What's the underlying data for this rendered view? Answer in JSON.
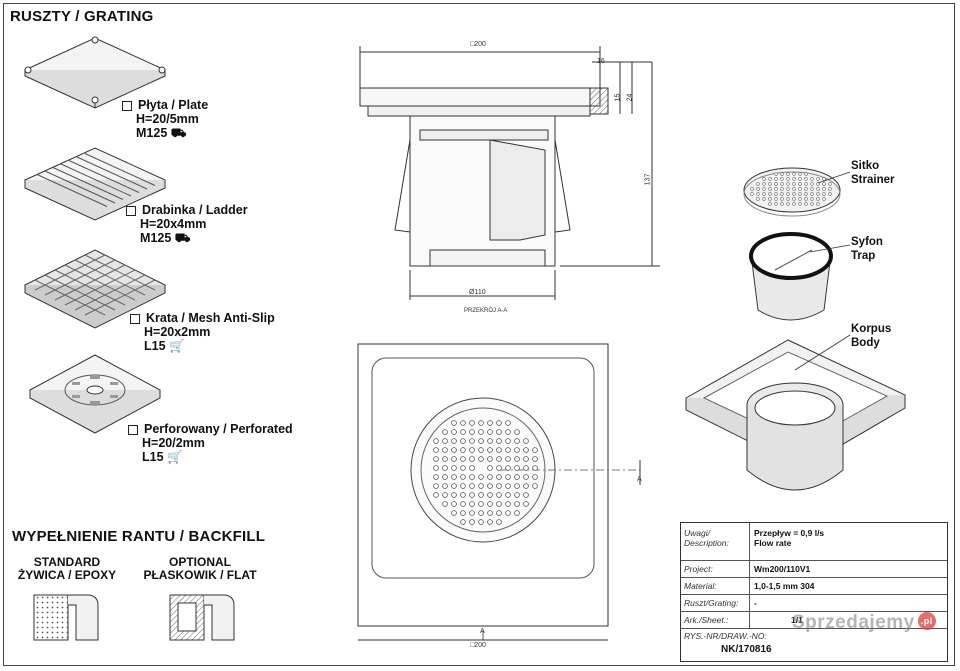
{
  "gratings_section": {
    "title": "RUSZTY / GRATING",
    "items": [
      {
        "name": "Płyta / Plate",
        "height": "H=20/5mm",
        "load_class": "M125"
      },
      {
        "name": "Drabinka / Ladder",
        "height": "H=20x4mm",
        "load_class": "M125"
      },
      {
        "name": "Krata / Mesh Anti-Slip",
        "height": "H=20x2mm",
        "load_class": "L15"
      },
      {
        "name": "Perforowany / Perforated",
        "height": "H=20/2mm",
        "load_class": "L15"
      }
    ]
  },
  "backfill_section": {
    "title": "WYPEŁNIENIE RANTU / BACKFILL",
    "standard": {
      "line1": "STANDARD",
      "line2": "ŻYWICA / EPOXY"
    },
    "optional": {
      "line1": "OPTIONAL",
      "line2": "PŁASKOWIK / FLAT"
    }
  },
  "drawing": {
    "top_dim": "□200",
    "dim_16": "16",
    "dim_15": "15",
    "dim_24": "24",
    "dim_137": "137",
    "dim_110": "Ø110",
    "section_label": "PRZEKRÓJ A-A",
    "bottom_dim": "□200",
    "section_mark_a": "A"
  },
  "parts": {
    "strainer": {
      "line1": "Sitko",
      "line2": "Strainer"
    },
    "trap": {
      "line1": "Syfon",
      "line2": "Trap"
    },
    "body": {
      "line1": "Korpus",
      "line2": "Body"
    }
  },
  "title_block": {
    "rows": [
      {
        "key": "Uwagi/\nDescription:",
        "value": "Przepływ = 0,9 l/s\nFlow rate"
      },
      {
        "key": "Project:",
        "value": "Wm200/110V1"
      },
      {
        "key": "Material:",
        "value": "1,0-1,5 mm 304"
      },
      {
        "key": "Ruszt/Grating:",
        "value": "-"
      },
      {
        "key": "Ark./Sheet.:",
        "value": "1/1"
      },
      {
        "key": "RYS.-NR/DRAW.-NO:",
        "value": ""
      }
    ],
    "drawing_number": "NK/170816"
  },
  "watermark": {
    "text": "Sprzedajemy",
    "badge": ".pl"
  }
}
